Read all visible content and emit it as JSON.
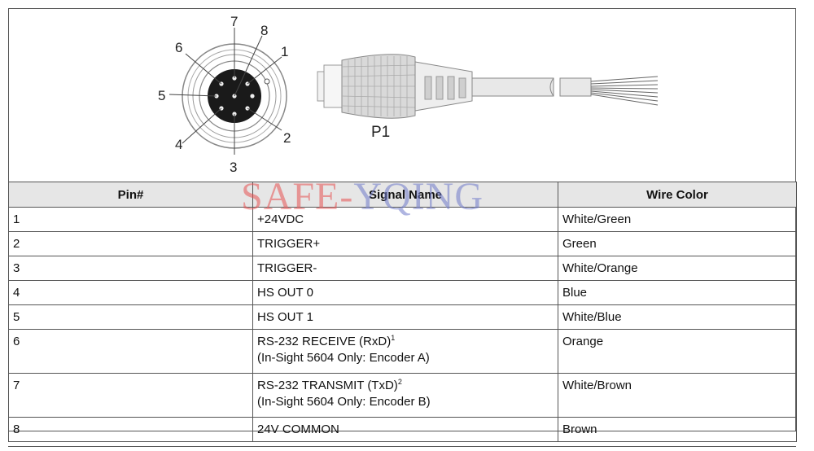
{
  "diagram": {
    "pin_numbers": [
      "1",
      "2",
      "3",
      "4",
      "5",
      "6",
      "7",
      "8"
    ],
    "connector_label": "P1"
  },
  "table": {
    "headers": [
      "Pin#",
      "Signal Name",
      "Wire Color"
    ],
    "rows": [
      {
        "pin": "1",
        "signal": "+24VDC",
        "signal_sup": "",
        "signal_note": "",
        "color": "White/Green"
      },
      {
        "pin": "2",
        "signal": "TRIGGER+",
        "signal_sup": "",
        "signal_note": "",
        "color": "Green"
      },
      {
        "pin": "3",
        "signal": "TRIGGER-",
        "signal_sup": "",
        "signal_note": "",
        "color": "White/Orange"
      },
      {
        "pin": "4",
        "signal": "HS OUT 0",
        "signal_sup": "",
        "signal_note": "",
        "color": "Blue"
      },
      {
        "pin": "5",
        "signal": "HS OUT 1",
        "signal_sup": "",
        "signal_note": "",
        "color": "White/Blue"
      },
      {
        "pin": "6",
        "signal": "RS-232 RECEIVE (RxD)",
        "signal_sup": "1",
        "signal_note": "(In-Sight 5604 Only: Encoder A)",
        "color": "Orange"
      },
      {
        "pin": "7",
        "signal": "RS-232 TRANSMIT (TxD)",
        "signal_sup": "2",
        "signal_note": "(In-Sight 5604 Only: Encoder B)",
        "color": "White/Brown"
      },
      {
        "pin": "8",
        "signal": "24V COMMON",
        "signal_sup": "",
        "signal_note": "",
        "color": "Brown"
      }
    ]
  },
  "watermark": {
    "part1": "SAFE-",
    "part2": "YQING"
  }
}
